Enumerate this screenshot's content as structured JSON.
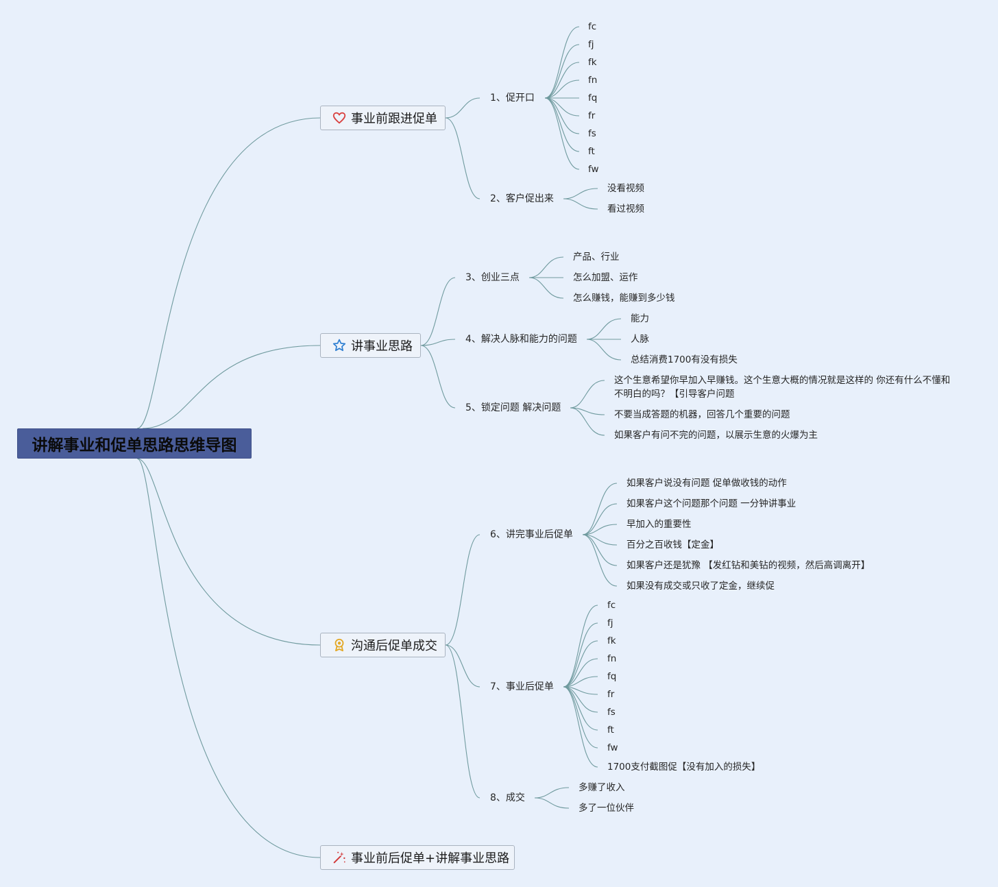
{
  "root": {
    "label": "讲解事业和促单思路思维导图"
  },
  "branches": [
    {
      "label": "事业前跟进促单",
      "icon": "heart-icon",
      "icon_color": "#d9413f",
      "children": [
        {
          "label": "1、促开口",
          "leaves": [
            "fc",
            "fj",
            "fk",
            "fn",
            "fq",
            "fr",
            "fs",
            "ft",
            "fw"
          ]
        },
        {
          "label": "2、客户促出来",
          "leaves": [
            "没看视频",
            "看过视频"
          ]
        }
      ]
    },
    {
      "label": "讲事业思路",
      "icon": "star-icon",
      "icon_color": "#2f7fd1",
      "children": [
        {
          "label": "3、创业三点",
          "leaves": [
            "产品、行业",
            "怎么加盟、运作",
            "怎么赚钱，能赚到多少钱"
          ]
        },
        {
          "label": "4、解决人脉和能力的问题",
          "leaves": [
            "能力",
            "人脉",
            "总结消费1700有没有损失"
          ]
        },
        {
          "label": "5、锁定问题 解决问题",
          "leaves": [
            "这个生意希望你早加入早赚钱。这个生意大概的情况就是这样的 你还有什么不懂和不明白的吗？【引导客户问题",
            "不要当成答题的机器，回答几个重要的问题",
            "如果客户有问不完的问题，以展示生意的火爆为主"
          ]
        }
      ]
    },
    {
      "label": "沟通后促单成交",
      "icon": "award-icon",
      "icon_color": "#e3a825",
      "children": [
        {
          "label": "6、讲完事业后促单",
          "leaves": [
            "如果客户说没有问题 促单做收钱的动作",
            "如果客户这个问题那个问题 一分钟讲事业",
            "早加入的重要性",
            "百分之百收钱【定金】",
            "如果客户还是犹豫 【发红钻和美钻的视频，然后高调离开】",
            "如果没有成交或只收了定金，继续促"
          ]
        },
        {
          "label": "7、事业后促单",
          "leaves": [
            "fc",
            "fj",
            "fk",
            "fn",
            "fq",
            "fr",
            "fs",
            "ft",
            "fw",
            "1700支付截图促【没有加入的损失】"
          ]
        },
        {
          "label": "8、成交",
          "leaves": [
            "多赚了收入",
            "多了一位伙伴"
          ]
        }
      ]
    },
    {
      "label": "事业前后促单+讲解事业思路",
      "icon": "magic-wand-icon",
      "icon_color": "#d23a3a",
      "children": []
    }
  ]
}
